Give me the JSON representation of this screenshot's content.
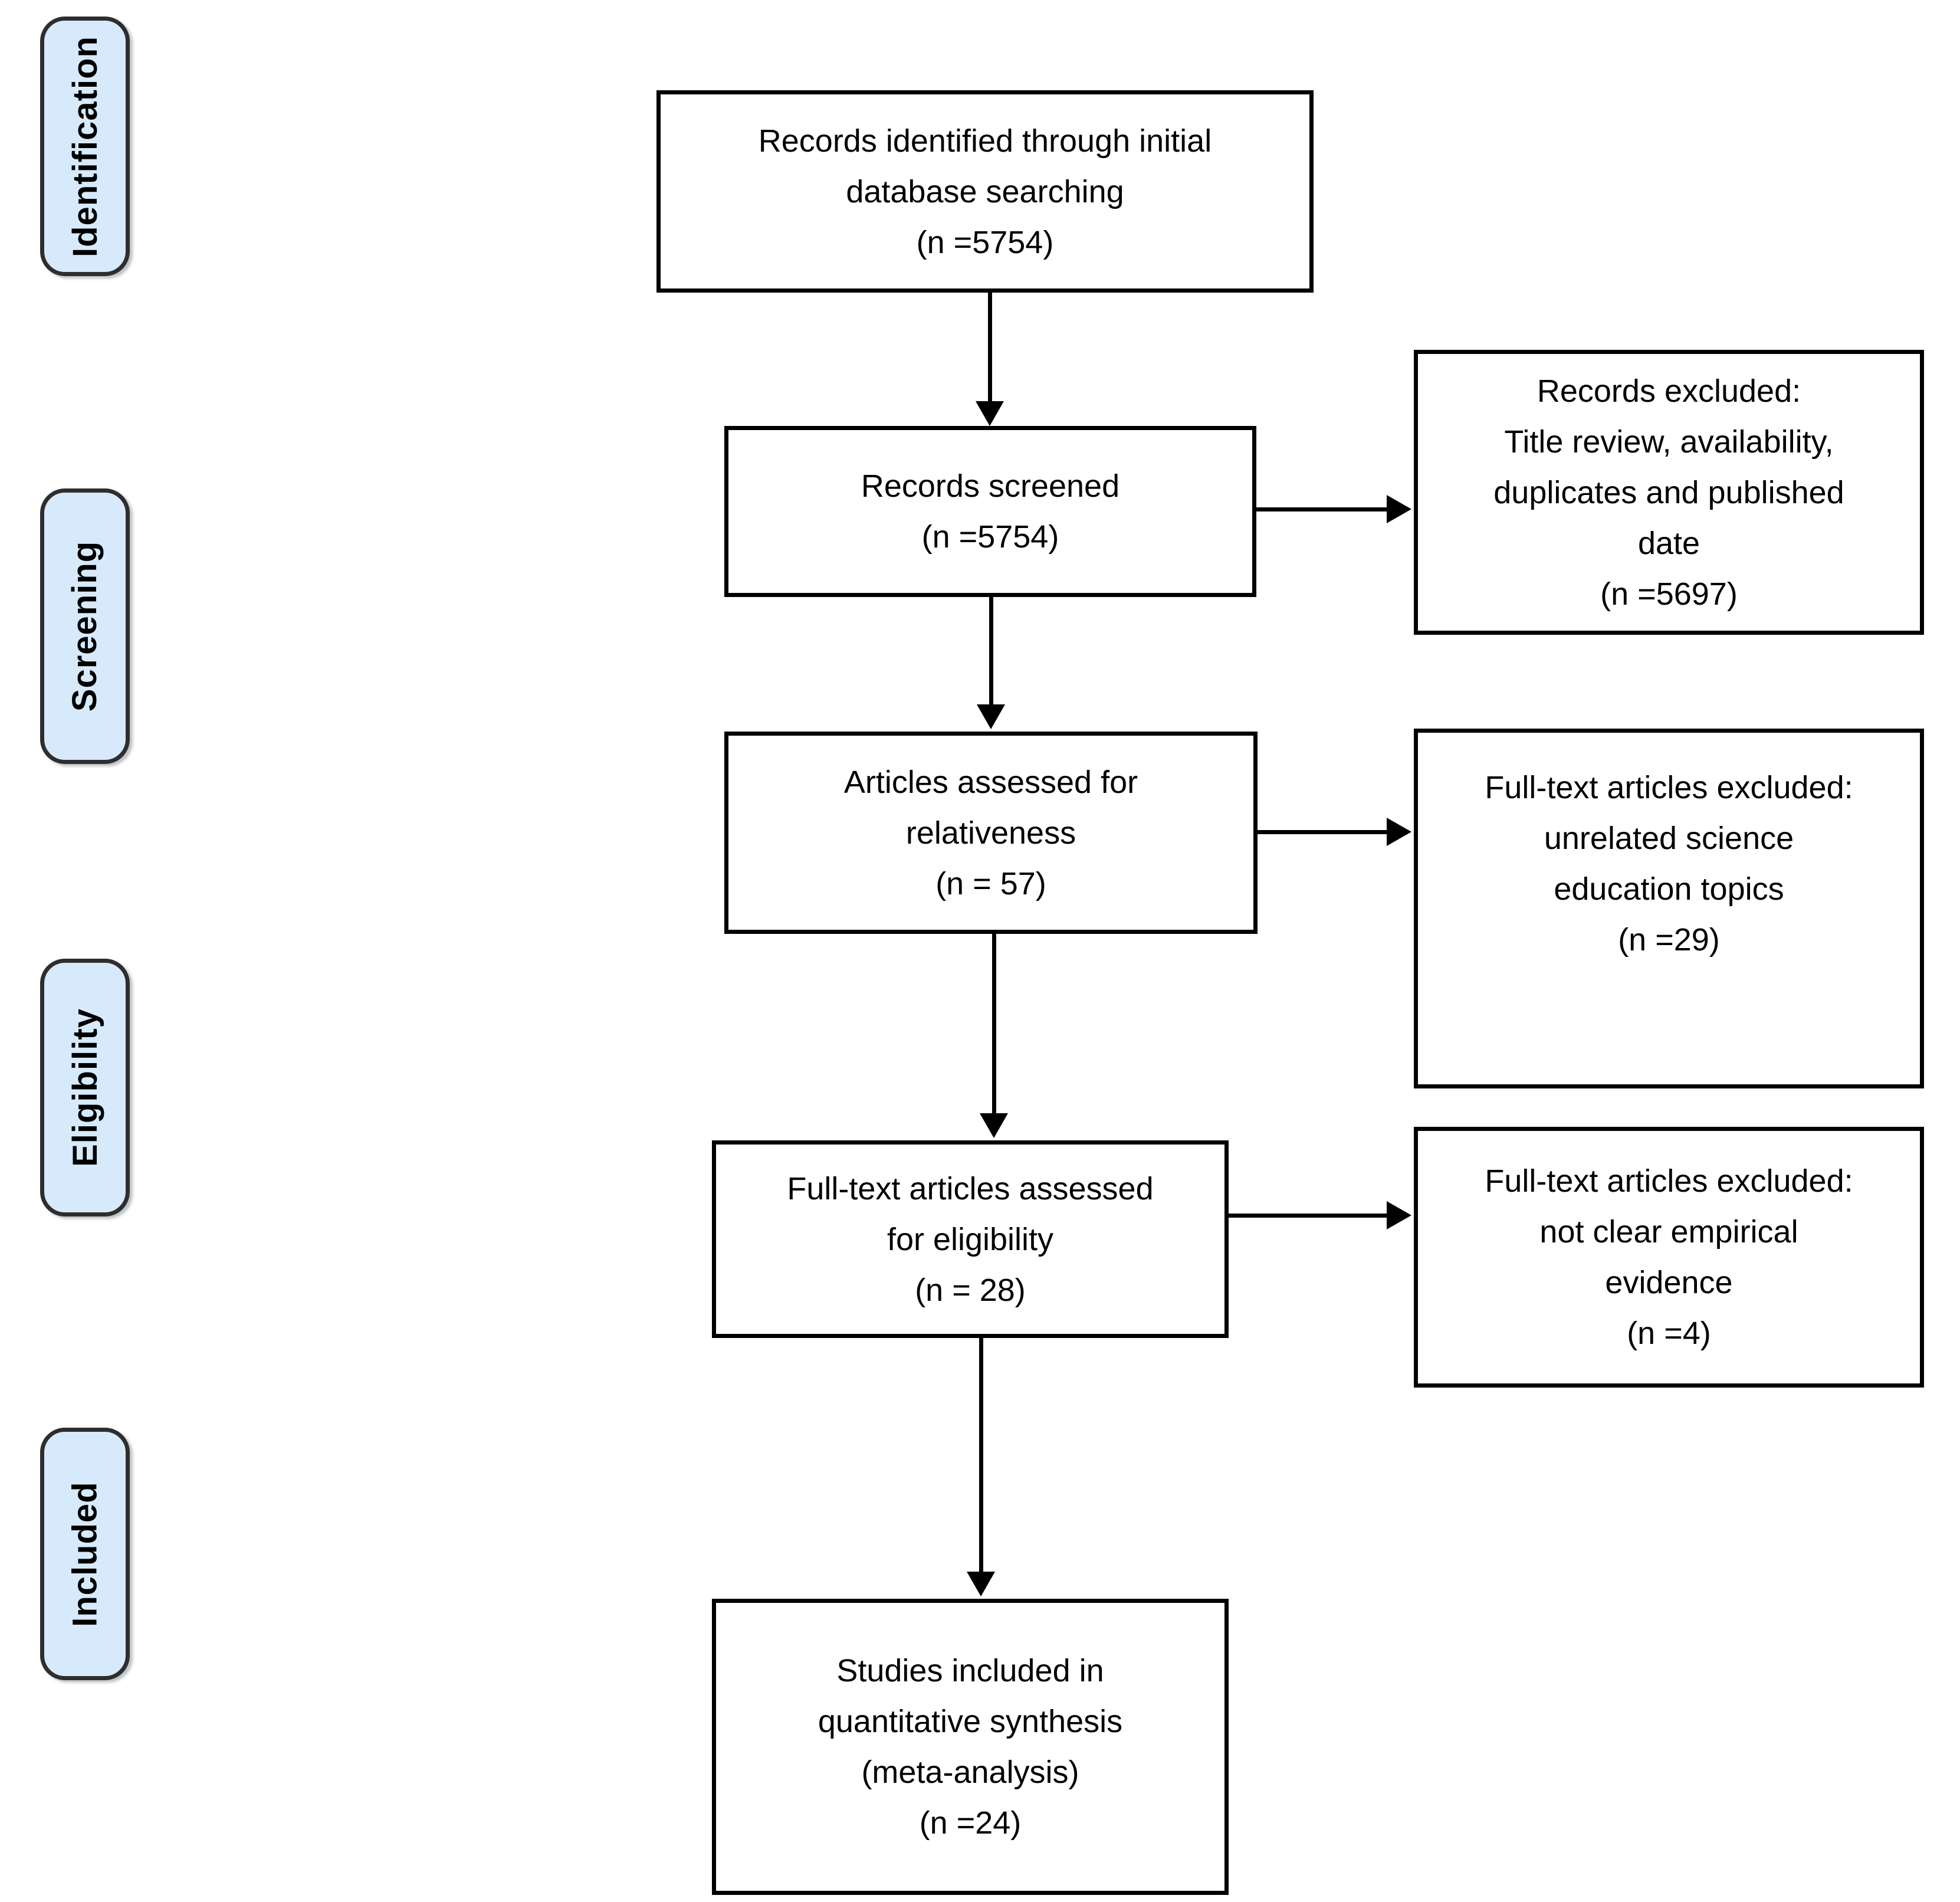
{
  "colors": {
    "background": "#ffffff",
    "stage_fill": "#d7eafb",
    "stage_border": "#2e2e2e",
    "box_border": "#000000",
    "text": "#000000"
  },
  "stages": [
    {
      "label": "Identification"
    },
    {
      "label": "Screening"
    },
    {
      "label": "Eligibility"
    },
    {
      "label": "Included"
    }
  ],
  "main_boxes": [
    {
      "id": "records-identified",
      "lines": [
        "Records identified through initial",
        "database searching",
        "(n =5754)"
      ]
    },
    {
      "id": "records-screened",
      "lines": [
        "Records screened",
        "(n =5754)"
      ]
    },
    {
      "id": "articles-assessed",
      "lines": [
        "Articles assessed for",
        "relativeness",
        "(n = 57)"
      ]
    },
    {
      "id": "fulltext-assessed",
      "lines": [
        "Full-text articles assessed",
        "for eligibility",
        "(n = 28)"
      ]
    },
    {
      "id": "studies-included",
      "lines": [
        "Studies included in",
        "quantitative synthesis",
        "(meta-analysis)",
        "(n =24)"
      ]
    }
  ],
  "side_boxes": [
    {
      "id": "records-excluded",
      "lines": [
        "Records excluded:",
        "Title review, availability,",
        "duplicates and published",
        "date",
        "(n =5697)"
      ]
    },
    {
      "id": "fulltext-excluded-unrelated",
      "lines": [
        "Full-text articles excluded:",
        "unrelated science",
        "education topics",
        "(n =29)"
      ]
    },
    {
      "id": "fulltext-excluded-evidence",
      "lines": [
        "Full-text articles excluded:",
        "not clear empirical",
        "evidence",
        "(n =4)"
      ]
    }
  ]
}
